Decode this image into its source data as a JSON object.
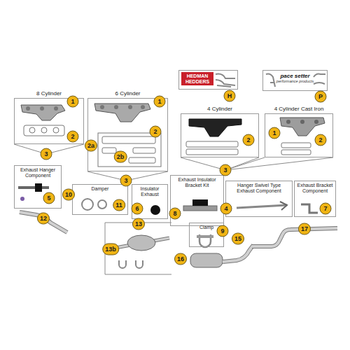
{
  "diagram": {
    "nodes": [
      {
        "text": [
          "8 Cylinder"
        ]
      },
      {
        "text": [
          "6 Cylinder"
        ]
      },
      {
        "text": [
          "HEDMAN HEDDERS"
        ]
      },
      {
        "text": [
          "pace setter",
          "performance products"
        ]
      },
      {
        "text": [
          "4 Cylinder"
        ]
      },
      {
        "text": [
          "4 Cylinder Cast Iron"
        ]
      },
      {
        "text": [
          "Exhaust Hanger Component"
        ]
      },
      {
        "text": [
          "Damper"
        ]
      },
      {
        "text": [
          "Insulator Exhaust"
        ]
      },
      {
        "text": [
          "Exhaust Insulator Bracket Kit"
        ]
      },
      {
        "text": [
          "Hanger Swivel Type Exhaust Component"
        ]
      },
      {
        "text": [
          "Exhaust Bracket Component"
        ]
      },
      {
        "text": [
          "Clamp"
        ]
      }
    ],
    "labels": [
      "1",
      "2",
      "1",
      "2",
      "2a",
      "2b",
      "H",
      "P",
      "2",
      "1",
      "2",
      "3",
      "3",
      "3",
      "10",
      "11",
      "6",
      "8",
      "4",
      "7",
      "5",
      "12",
      "9",
      "13",
      "13b",
      "16",
      "15",
      "17"
    ]
  }
}
